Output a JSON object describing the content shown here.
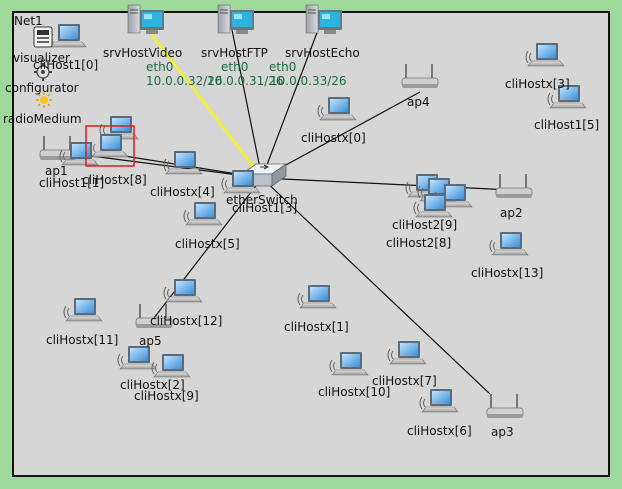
{
  "network": {
    "name": "Net1"
  },
  "modules": {
    "visualizer": "visualizer",
    "configurator": "configurator",
    "radio_medium": "radioMedium"
  },
  "servers": [
    {
      "key": "video",
      "name": "srvHostVideo",
      "iface": "eth0",
      "ip": "10.0.0.32/26"
    },
    {
      "key": "ftp",
      "name": "srvHostFTP",
      "iface": "eth0",
      "ip": "10.0.0.31/26"
    },
    {
      "key": "echo",
      "name": "srvHostEcho",
      "iface": "eth0",
      "ip": "10.0.0.33/26"
    }
  ],
  "switch": {
    "name": "etherSwitch"
  },
  "access_points": {
    "ap1": "ap1",
    "ap2": "ap2",
    "ap3": "ap3",
    "ap4": "ap4",
    "ap5": "ap5"
  },
  "clients": {
    "cliHost1_0": "cliHost1[0]",
    "cliHost1_1": "cliHost1[1]",
    "cliHost1_3": "cliHost1[3]",
    "cliHost1_5": "cliHost1[5]",
    "cliHost2_8": "cliHost2[8]",
    "cliHost2_9": "cliHost2[9]",
    "cliHostx_0": "cliHostx[0]",
    "cliHostx_1": "cliHostx[1]",
    "cliHostx_2": "cliHostx[2]",
    "cliHostx_3": "cliHostx[3]",
    "cliHostx_4": "cliHostx[4]",
    "cliHostx_5": "cliHostx[5]",
    "cliHostx_6": "cliHostx[6]",
    "cliHostx_7": "cliHostx[7]",
    "cliHostx_8": "cliHostx[8]",
    "cliHostx_9": "cliHostx[9]",
    "cliHostx_10": "cliHostx[10]",
    "cliHostx_11": "cliHostx[11]",
    "cliHostx_12": "cliHostx[12]",
    "cliHostx_13": "cliHostx[13]"
  },
  "colors": {
    "background": "#9ed89a",
    "canvas": "#d6d6d6",
    "link": "#111111",
    "highlight_link": "#f2ee3a",
    "ip_text": "#1c6b3a",
    "selection": "#d62020"
  }
}
